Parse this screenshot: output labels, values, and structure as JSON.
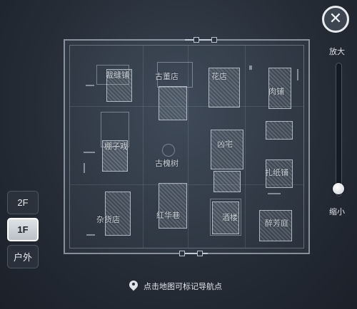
{
  "controls": {
    "close_glyph": "✕",
    "zoom_in_label": "放大",
    "zoom_out_label": "缩小",
    "zoom_level": 0.02
  },
  "floors": {
    "items": [
      {
        "label": "2F",
        "active": false
      },
      {
        "label": "1F",
        "active": true
      },
      {
        "label": "户外",
        "active": false
      }
    ]
  },
  "map": {
    "locations": [
      {
        "name": "裁缝铺"
      },
      {
        "name": "古董店"
      },
      {
        "name": "花店"
      },
      {
        "name": "肉铺"
      },
      {
        "name": "棚子戏"
      },
      {
        "name": "古槐树"
      },
      {
        "name": "凶宅"
      },
      {
        "name": "扎纸铺"
      },
      {
        "name": "杂货店"
      },
      {
        "name": "红华巷"
      },
      {
        "name": "酒楼"
      },
      {
        "name": "醉芳庭"
      }
    ]
  },
  "hint": {
    "icon": "map-pin-icon",
    "text": "点击地图可标记导航点"
  },
  "colors": {
    "background": "#262d37",
    "map_lines": "#c8d2dc",
    "active_floor": "#dfe3e7"
  }
}
